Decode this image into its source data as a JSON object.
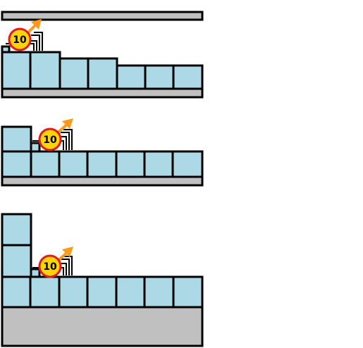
{
  "scene": {
    "panels": [
      {
        "id": "panel-1",
        "badge_value": "10"
      },
      {
        "id": "panel-2",
        "badge_value": "10"
      },
      {
        "id": "panel-3",
        "badge_value": "10"
      }
    ]
  },
  "colors": {
    "block_fill": "#add8e6",
    "ground_fill": "#c0c0c0",
    "badge_fill": "#ffd400",
    "badge_ring": "#e01b24",
    "arrow": "#ff9a1a"
  },
  "icons": {
    "badge": "score-badge-icon",
    "arrow": "launch-arrow-icon"
  }
}
